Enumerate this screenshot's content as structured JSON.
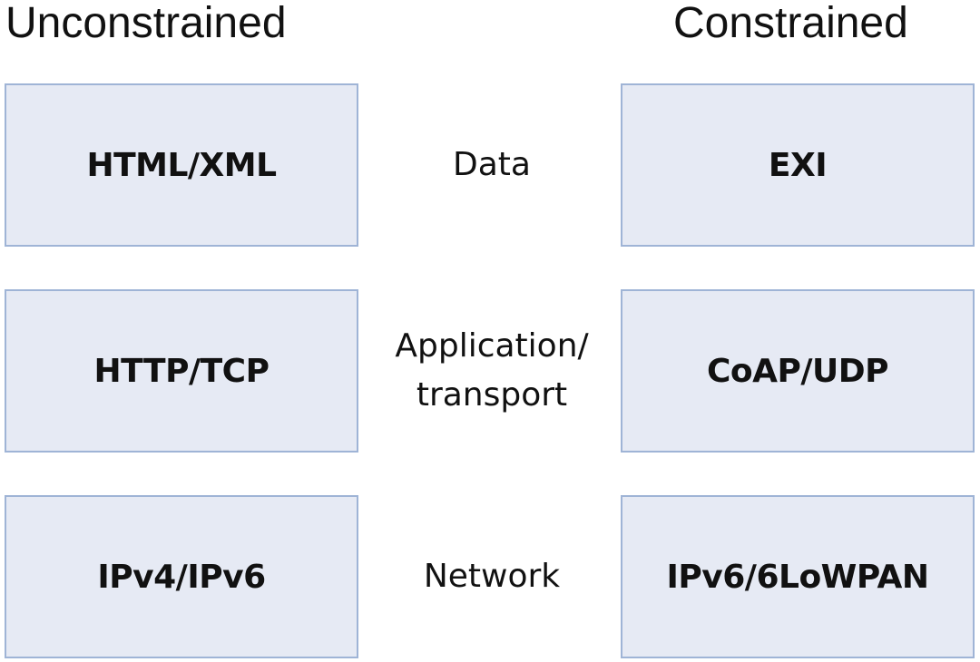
{
  "headings": {
    "left": "Unconstrained",
    "right": "Constrained"
  },
  "layers": [
    {
      "label_lines": [
        "Data"
      ],
      "unconstrained": "HTML/XML",
      "constrained": "EXI"
    },
    {
      "label_lines": [
        "Application/",
        "transport"
      ],
      "unconstrained": "HTTP/TCP",
      "constrained": "CoAP/UDP"
    },
    {
      "label_lines": [
        "Network"
      ],
      "unconstrained": "IPv4/IPv6",
      "constrained": "IPv6/6LoWPAN"
    }
  ],
  "colors": {
    "box_fill": "#e6eaf4",
    "box_border": "#9fb4d6",
    "text": "#111111"
  }
}
